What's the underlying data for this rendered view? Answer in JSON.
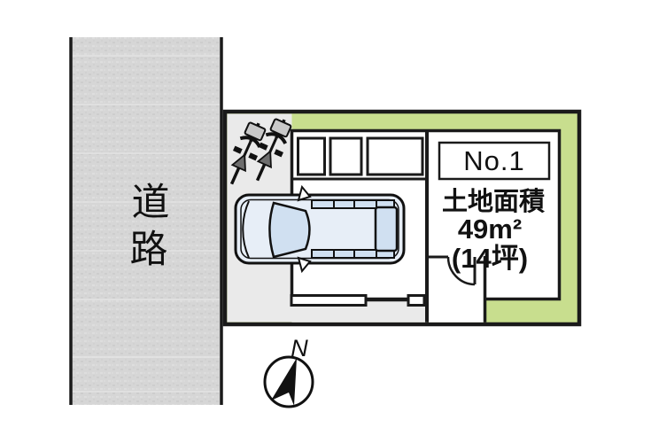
{
  "road": {
    "char1": "道",
    "char2": "路"
  },
  "lot": {
    "number": "No.1",
    "area_title": "土地面積",
    "area_sqm": "49m²",
    "area_tsubo": "(14坪)"
  },
  "compass": {
    "north_label": "N"
  },
  "colors": {
    "plot_green": "#c8de8e",
    "road_gray": "#d6d6d6",
    "driveway_gray": "#eaeaea",
    "line_black": "#1a1a1a",
    "car_body": "#e7eef7",
    "car_glass": "#d0e0f1",
    "bike_basket": "#c9c9c9",
    "bike_seat": "#6e6e6e"
  }
}
